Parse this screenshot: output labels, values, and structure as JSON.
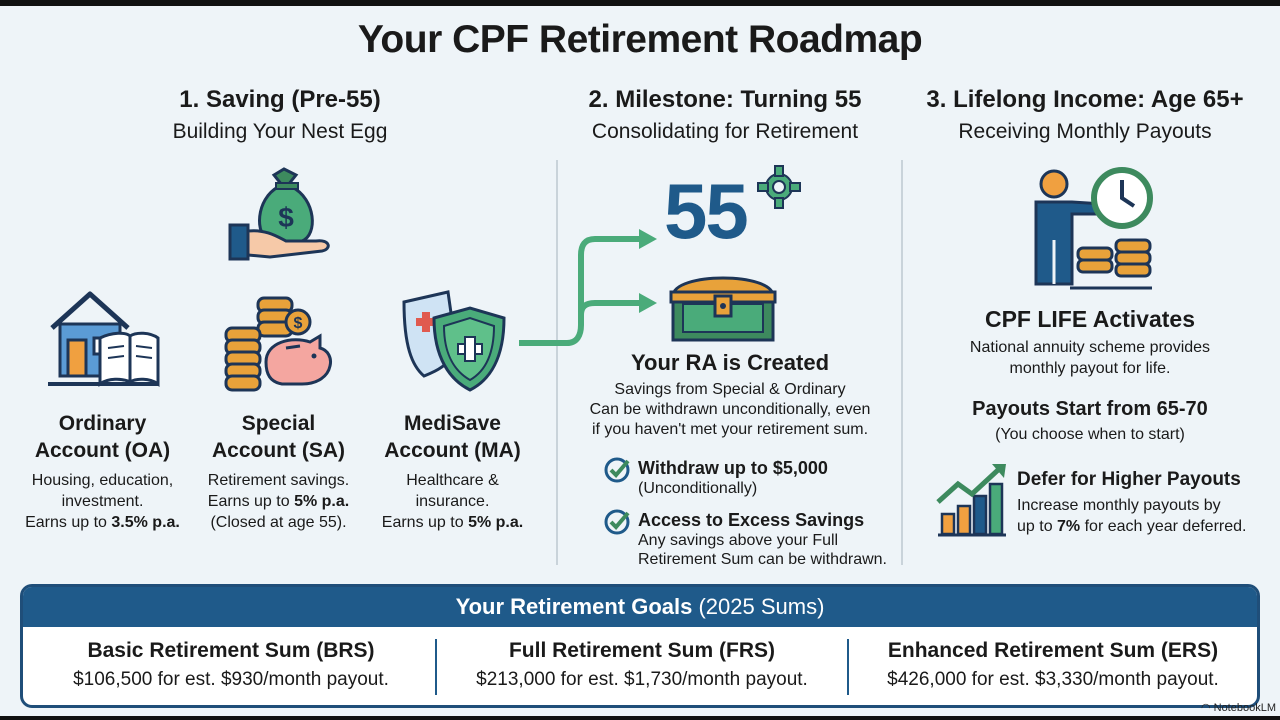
{
  "title": "Your CPF Retirement Roadmap",
  "columns": [
    {
      "heading": "1. Saving (Pre-55)",
      "subheading": "Building Your Nest Egg"
    },
    {
      "heading": "2. Milestone: Turning 55",
      "subheading": "Consolidating for Retirement"
    },
    {
      "heading": "3. Lifelong Income: Age 65+",
      "subheading": "Receiving Monthly Payouts"
    }
  ],
  "accounts": {
    "oa": {
      "name1": "Ordinary",
      "name2": "Account (OA)",
      "desc1": "Housing, education,",
      "desc2": "investment.",
      "desc3a": "Earns up to ",
      "desc3b": "3.5% p.a."
    },
    "sa": {
      "name1": "Special",
      "name2": "Account (SA)",
      "desc1": "Retirement savings.",
      "desc2a": "Earns up to ",
      "desc2b": "5% p.a.",
      "desc3": "(Closed at age 55)."
    },
    "ma": {
      "name1": "MediSave",
      "name2": "Account (MA)",
      "desc1": "Healthcare &",
      "desc2": "insurance.",
      "desc3a": "Earns up to ",
      "desc3b": "5% p.a."
    }
  },
  "milestone": {
    "age": "55",
    "ra_title": "Your RA is Created",
    "ra_desc1": "Savings from Special & Ordinary",
    "ra_desc2": "Can be withdrawn unconditionally, even",
    "ra_desc3": "if you haven't met your retirement sum.",
    "check1_title": "Withdraw up to $5,000",
    "check1_sub": "(Unconditionally)",
    "check2_title": "Access to Excess Savings",
    "check2_sub1": "Any savings above your Full",
    "check2_sub2": "Retirement Sum can be withdrawn."
  },
  "lifelong": {
    "life_title": "CPF LIFE Activates",
    "life_desc1": "National annuity scheme provides",
    "life_desc2": "monthly payout for life.",
    "pay_title": "Payouts Start from 65-70",
    "pay_sub": "(You choose when to start)",
    "defer_title": "Defer for Higher Payouts",
    "defer_desc1": "Increase monthly payouts by",
    "defer_desc2a": "up to ",
    "defer_desc2b": "7%",
    "defer_desc2c": " for each year deferred."
  },
  "goals": {
    "title_bold": "Your Retirement Goals",
    "title_rest": " (2025 Sums)",
    "items": [
      {
        "title": "Basic Retirement Sum (BRS)",
        "desc": "$106,500 for est. $930/month payout."
      },
      {
        "title": "Full Retirement Sum (FRS)",
        "desc": "$213,000 for est. $1,730/month payout."
      },
      {
        "title": "Enhanced Retirement Sum (ERS)",
        "desc": "$426,000 for est. $3,330/month payout."
      }
    ]
  },
  "watermark": "NotebookLM",
  "colors": {
    "navy": "#1f5a8a",
    "green": "#4aab7a",
    "gold": "#e8a23a",
    "orange": "#f0a040"
  }
}
